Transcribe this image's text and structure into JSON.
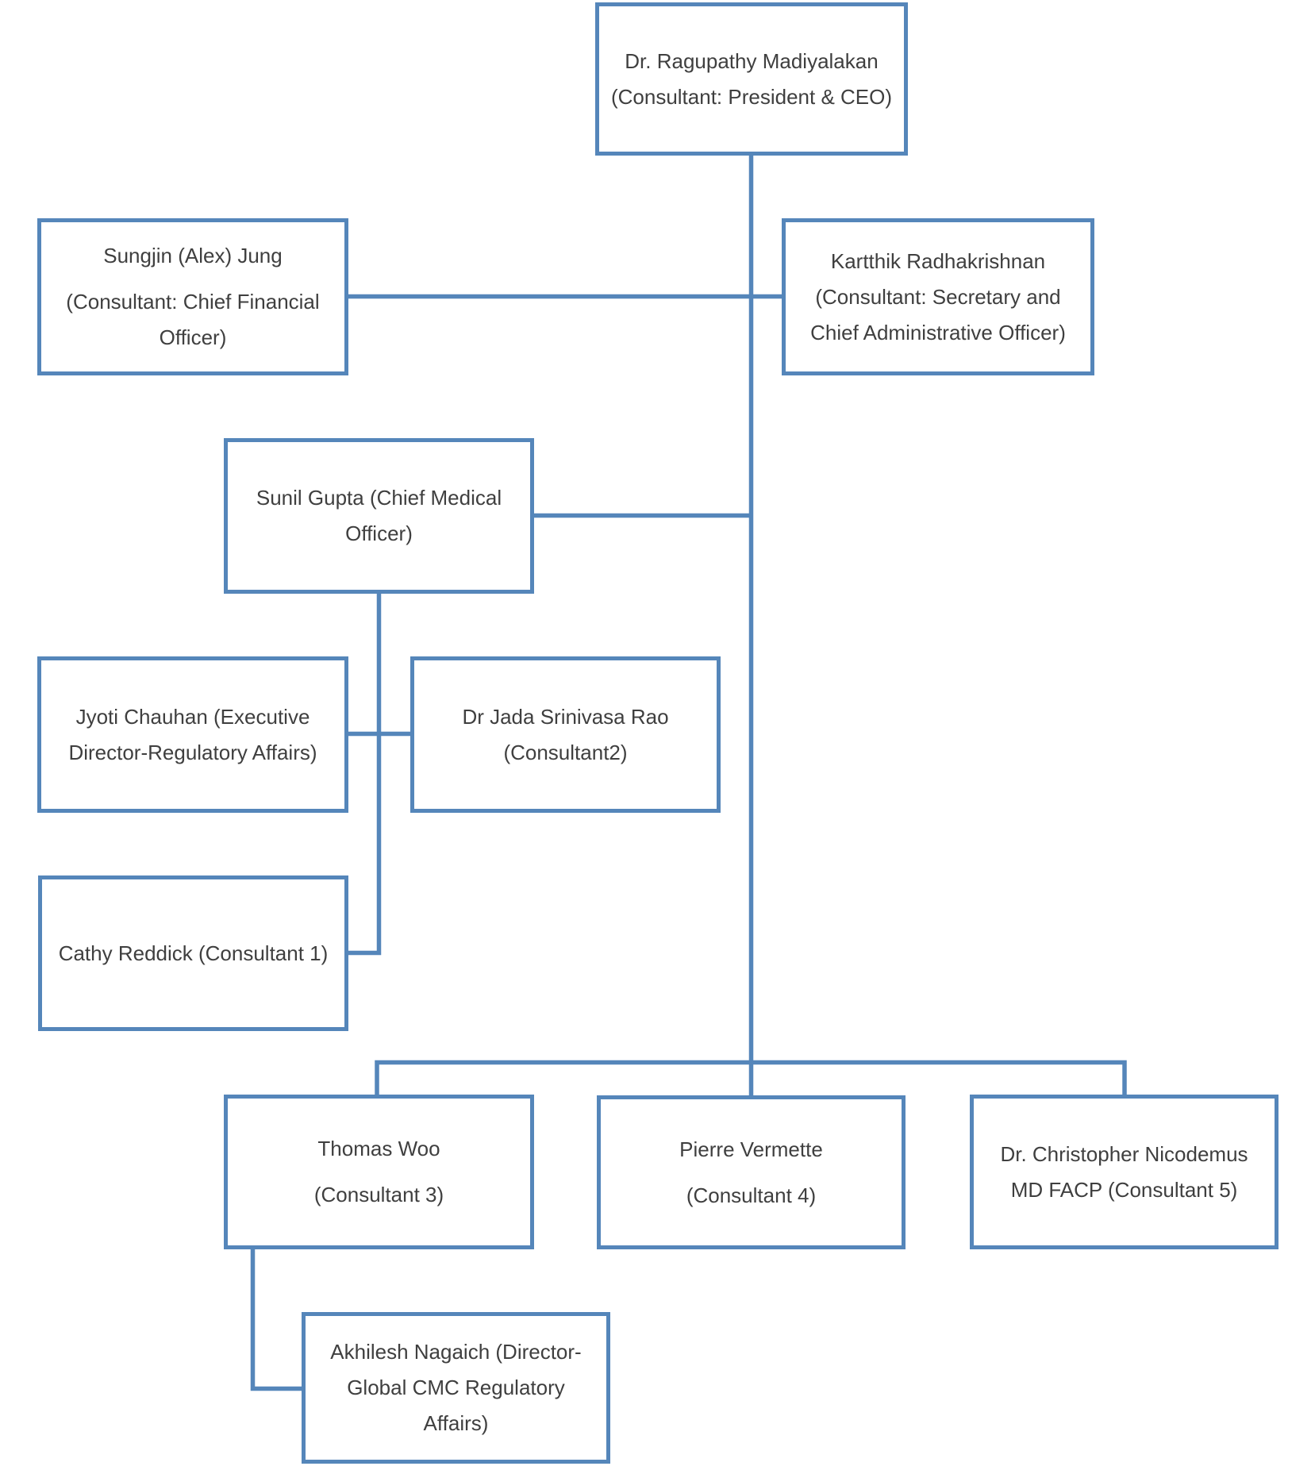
{
  "colors": {
    "accent": "#5586BA",
    "node_fill": "#FFFFFF",
    "text": "#3F3F3F",
    "page_background": "#FFFFFF"
  },
  "diagram": {
    "type": "org-chart",
    "nodes": [
      {
        "id": "ceo",
        "name": "Dr. Ragupathy Madiyalakan",
        "role": "Consultant: President & CEO",
        "paragraphs": [
          [
            "Dr. Ragupathy Madiyalakan",
            "(Consultant: President & CEO)"
          ]
        ]
      },
      {
        "id": "cfo",
        "name": "Sungjin (Alex) Jung",
        "role": "Consultant: Chief Financial Officer",
        "paragraphs": [
          [
            "Sungjin (Alex) Jung"
          ],
          [
            "(Consultant: Chief Financial",
            "Officer)"
          ]
        ]
      },
      {
        "id": "secretary",
        "name": "Kartthik Radhakrishnan",
        "role": "Consultant: Secretary and Chief Administrative Officer",
        "paragraphs": [
          [
            "Kartthik Radhakrishnan",
            "(Consultant: Secretary and",
            "Chief Administrative Officer)"
          ]
        ]
      },
      {
        "id": "cmo",
        "name": "Sunil Gupta",
        "role": "Chief Medical Officer",
        "paragraphs": [
          [
            "Sunil Gupta (Chief Medical",
            "Officer)"
          ]
        ]
      },
      {
        "id": "jyoti",
        "name": "Jyoti Chauhan",
        "role": "Executive Director-Regulatory Affairs",
        "paragraphs": [
          [
            "Jyoti Chauhan (Executive",
            "Director-Regulatory Affairs)"
          ]
        ]
      },
      {
        "id": "jada",
        "name": "Dr Jada Srinivasa Rao",
        "role": "Consultant2",
        "paragraphs": [
          [
            "Dr Jada Srinivasa Rao",
            "(Consultant2)"
          ]
        ]
      },
      {
        "id": "cathy",
        "name": "Cathy Reddick",
        "role": "Consultant 1",
        "paragraphs": [
          [
            "Cathy Reddick (Consultant 1)"
          ]
        ]
      },
      {
        "id": "thomas",
        "name": "Thomas Woo",
        "role": "Consultant 3",
        "paragraphs": [
          [
            "Thomas Woo"
          ],
          [
            "(Consultant 3)"
          ]
        ]
      },
      {
        "id": "pierre",
        "name": "Pierre Vermette",
        "role": "Consultant 4",
        "paragraphs": [
          [
            "Pierre Vermette"
          ],
          [
            "(Consultant 4)"
          ]
        ]
      },
      {
        "id": "christopher",
        "name": "Dr. Christopher Nicodemus MD FACP",
        "role": "Consultant 5",
        "paragraphs": [
          [
            "Dr. Christopher Nicodemus",
            "MD FACP (Consultant 5)"
          ]
        ]
      },
      {
        "id": "akhilesh",
        "name": "Akhilesh Nagaich",
        "role": "Director-Global CMC Regulatory Affairs",
        "paragraphs": [
          [
            "Akhilesh Nagaich (Director-",
            "Global CMC Regulatory",
            "Affairs)"
          ]
        ]
      }
    ],
    "edges": [
      {
        "from": "ceo",
        "to": "cfo"
      },
      {
        "from": "ceo",
        "to": "secretary"
      },
      {
        "from": "ceo",
        "to": "cmo"
      },
      {
        "from": "cmo",
        "to": "jyoti"
      },
      {
        "from": "cmo",
        "to": "jada"
      },
      {
        "from": "cmo",
        "to": "cathy"
      },
      {
        "from": "ceo",
        "to": "thomas"
      },
      {
        "from": "ceo",
        "to": "pierre"
      },
      {
        "from": "ceo",
        "to": "christopher"
      },
      {
        "from": "thomas",
        "to": "akhilesh"
      }
    ]
  }
}
